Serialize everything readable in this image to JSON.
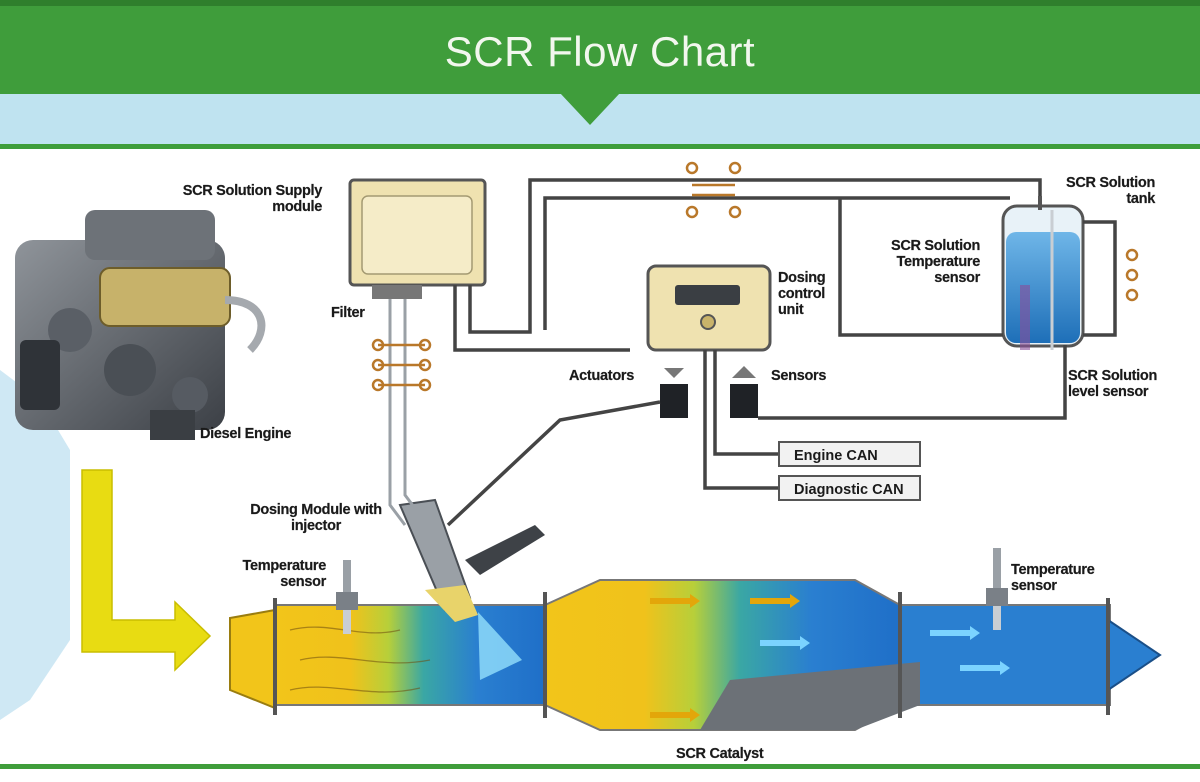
{
  "title": "SCR Flow Chart",
  "labels": {
    "supply_module": "SCR Solution Supply module",
    "solution_tank": "SCR Solution tank",
    "temp_sensor_tank": "SCR Solution Temperature sensor",
    "dosing_control_unit": "Dosing control unit",
    "filter": "Filter",
    "actuators": "Actuators",
    "sensors": "Sensors",
    "level_sensor": "SCR Solution level sensor",
    "diesel_engine": "Diesel Engine",
    "engine_can": "Engine CAN",
    "diagnostic_can": "Diagnostic CAN",
    "dosing_module": "Dosing Module with injector",
    "temp_sensor_left": "Temperature sensor",
    "temp_sensor_right": "Temperature sensor",
    "catalyst": "SCR Catalyst"
  },
  "colors": {
    "banner": "#3f9d3b",
    "band": "#bfe3f0",
    "arrow_yellow": "#e8dc12",
    "exhaust_yellow": "#f2c51a",
    "exhaust_blue": "#2a7fd0",
    "tank_blue": "#2f86cc",
    "module_cream": "#efe2b0"
  }
}
